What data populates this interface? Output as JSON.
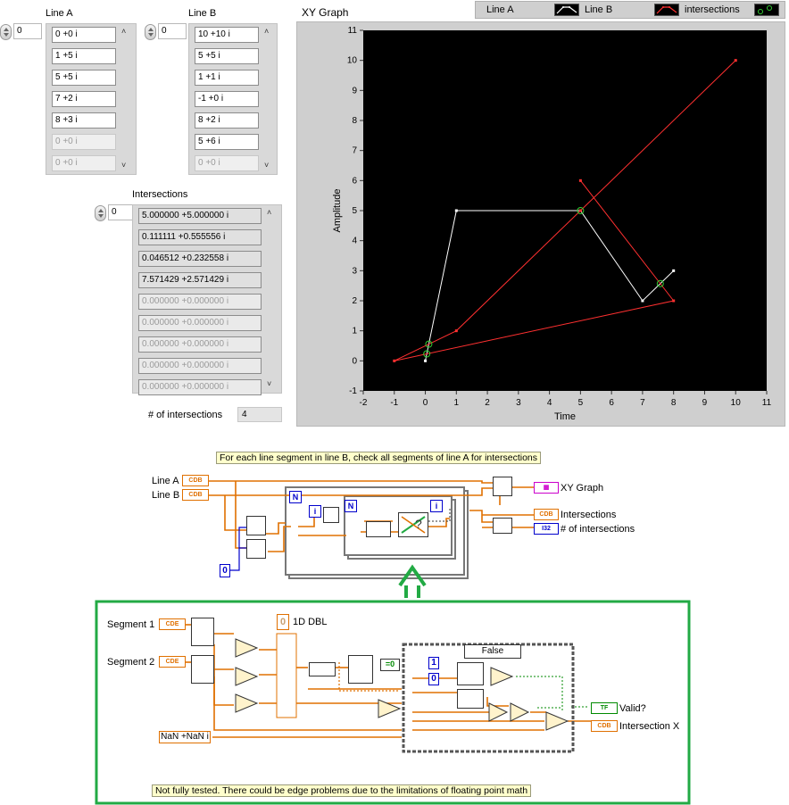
{
  "front_panel": {
    "line_a": {
      "label": "Line A",
      "index": "0",
      "elements": [
        "0 +0 i",
        "1 +5 i",
        "5 +5 i",
        "7 +2 i",
        "8 +3 i",
        "0 +0 i",
        "0 +0 i"
      ]
    },
    "line_b": {
      "label": "Line B",
      "index": "0",
      "elements": [
        "10 +10 i",
        "5 +5 i",
        "1 +1 i",
        "-1 +0 i",
        "8 +2 i",
        "5 +6 i",
        "0 +0 i"
      ]
    },
    "intersections": {
      "label": "Intersections",
      "index": "0",
      "elements": [
        "5.000000 +5.000000 i",
        "0.111111 +0.555556 i",
        "0.046512 +0.232558 i",
        "7.571429 +2.571429 i",
        "0.000000 +0.000000 i",
        "0.000000 +0.000000 i",
        "0.000000 +0.000000 i",
        "0.000000 +0.000000 i",
        "0.000000 +0.000000 i"
      ]
    },
    "num_intersections": {
      "label": "# of intersections",
      "value": "4"
    }
  },
  "xy_graph": {
    "label": "XY Graph",
    "legend": [
      "Line A",
      "Line B",
      "intersections"
    ],
    "colors": {
      "line_a": "#ffffff",
      "line_b": "#ff3030",
      "intersections": "#33cc33",
      "plot_bg": "#000000"
    }
  },
  "chart_data": {
    "type": "line",
    "title": "XY Graph",
    "xlabel": "Time",
    "ylabel": "Amplitude",
    "xlim": [
      -2,
      11
    ],
    "ylim": [
      -1,
      11
    ],
    "x_ticks": [
      "-2",
      "-1",
      "0",
      "1",
      "2",
      "3",
      "4",
      "5",
      "6",
      "7",
      "8",
      "9",
      "10",
      "11"
    ],
    "y_ticks": [
      "-1",
      "0",
      "1",
      "2",
      "3",
      "4",
      "5",
      "6",
      "7",
      "8",
      "9",
      "10",
      "11"
    ],
    "legend_position": "top-right",
    "series": [
      {
        "name": "Line A",
        "points": [
          [
            0,
            0
          ],
          [
            1,
            5
          ],
          [
            5,
            5
          ],
          [
            7,
            2
          ],
          [
            8,
            3
          ]
        ]
      },
      {
        "name": "Line B",
        "points": [
          [
            10,
            10
          ],
          [
            5,
            5
          ],
          [
            1,
            1
          ],
          [
            -1,
            0
          ],
          [
            8,
            2
          ],
          [
            5,
            6
          ]
        ]
      },
      {
        "name": "intersections",
        "points": [
          [
            5,
            5
          ],
          [
            0.111111,
            0.555556
          ],
          [
            0.046512,
            0.232558
          ],
          [
            7.571429,
            2.571429
          ]
        ]
      }
    ]
  },
  "block_diagram": {
    "top_comment": "For each line segment in line B, check all segments of line A for intersections",
    "inputs": {
      "line_a": "Line A",
      "line_b": "Line B"
    },
    "outputs": {
      "xy_graph": "XY Graph",
      "intersections": "Intersections",
      "num_intersections": "# of intersections"
    },
    "terminal_types": {
      "cdb": "CDB",
      "i32": "I32",
      "tf": "TF",
      "cde": "CDE"
    },
    "loop_labels": {
      "n": "N",
      "i": "i"
    },
    "constants": {
      "zero": "0",
      "one": "1"
    },
    "subvi": {
      "segment1": "Segment 1",
      "segment2": "Segment 2",
      "nan_constant": "NaN +NaN i",
      "array_const_label": "1D DBL",
      "array_const_index": "0",
      "case_selector": "False",
      "equals_zero": "=0",
      "outputs": {
        "valid": "Valid?",
        "intersection_x": "Intersection X"
      },
      "bottom_comment": "Not fully tested. There could be edge problems due to the limitations of floating point math"
    },
    "colors": {
      "wire_orange": "#e07000",
      "wire_blue": "#0000cc",
      "wire_green": "#008a00",
      "frame_green": "#22aa44"
    }
  }
}
